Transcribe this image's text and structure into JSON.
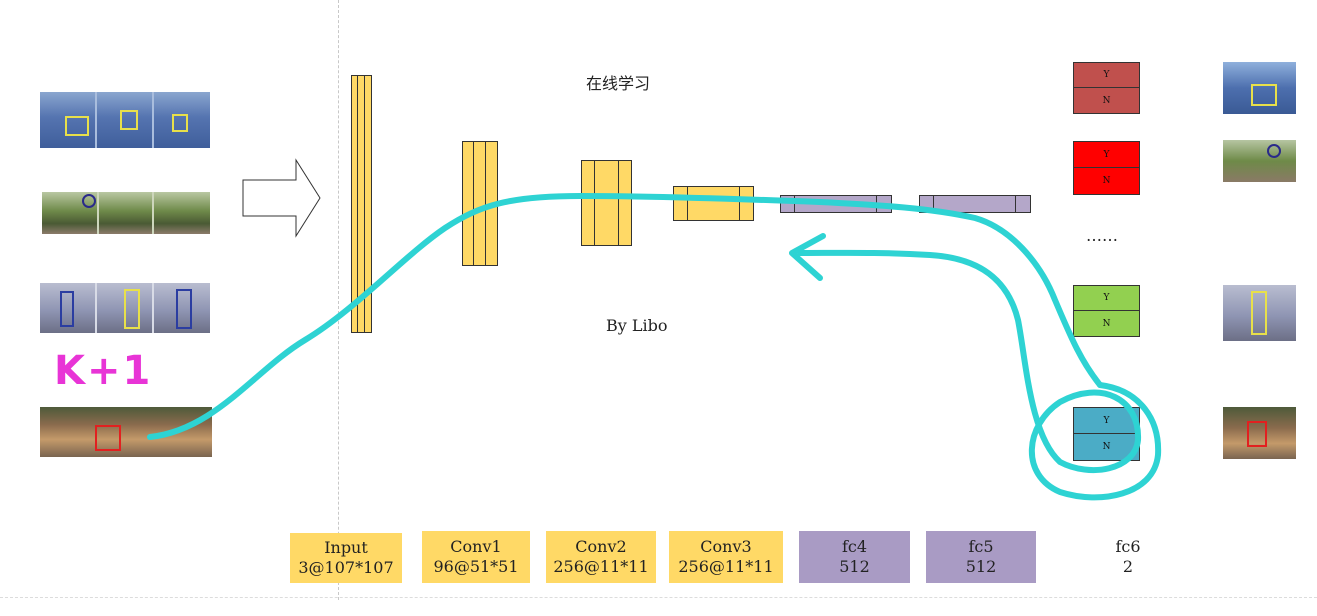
{
  "diagram": {
    "title": "在线学习",
    "credit": "By Libo",
    "ellipsis": "……",
    "handwritten_note": "K+1",
    "layers": [
      {
        "name": "Input",
        "size": "3@107*107"
      },
      {
        "name": "Conv1",
        "size": "96@51*51"
      },
      {
        "name": "Conv2",
        "size": "256@11*11"
      },
      {
        "name": "Conv3",
        "size": "256@11*11"
      },
      {
        "name": "fc4",
        "size": "512"
      },
      {
        "name": "fc5",
        "size": "512"
      },
      {
        "name": "fc6",
        "size": "2"
      }
    ],
    "yn_boxes": [
      {
        "y": "Y",
        "n": "N",
        "color": "#c0504d"
      },
      {
        "y": "Y",
        "n": "N",
        "color": "#ff0000"
      },
      {
        "y": "Y",
        "n": "N",
        "color": "#92d050"
      },
      {
        "y": "Y",
        "n": "N",
        "color": "#4bacc6"
      }
    ],
    "colors": {
      "conv_layer": "#ffd966",
      "fc_layer": "#b4a7c9",
      "fc_label": "#a99bc4",
      "annotation_stroke": "#2ed3d3",
      "handwriting": "#e834d6"
    }
  }
}
